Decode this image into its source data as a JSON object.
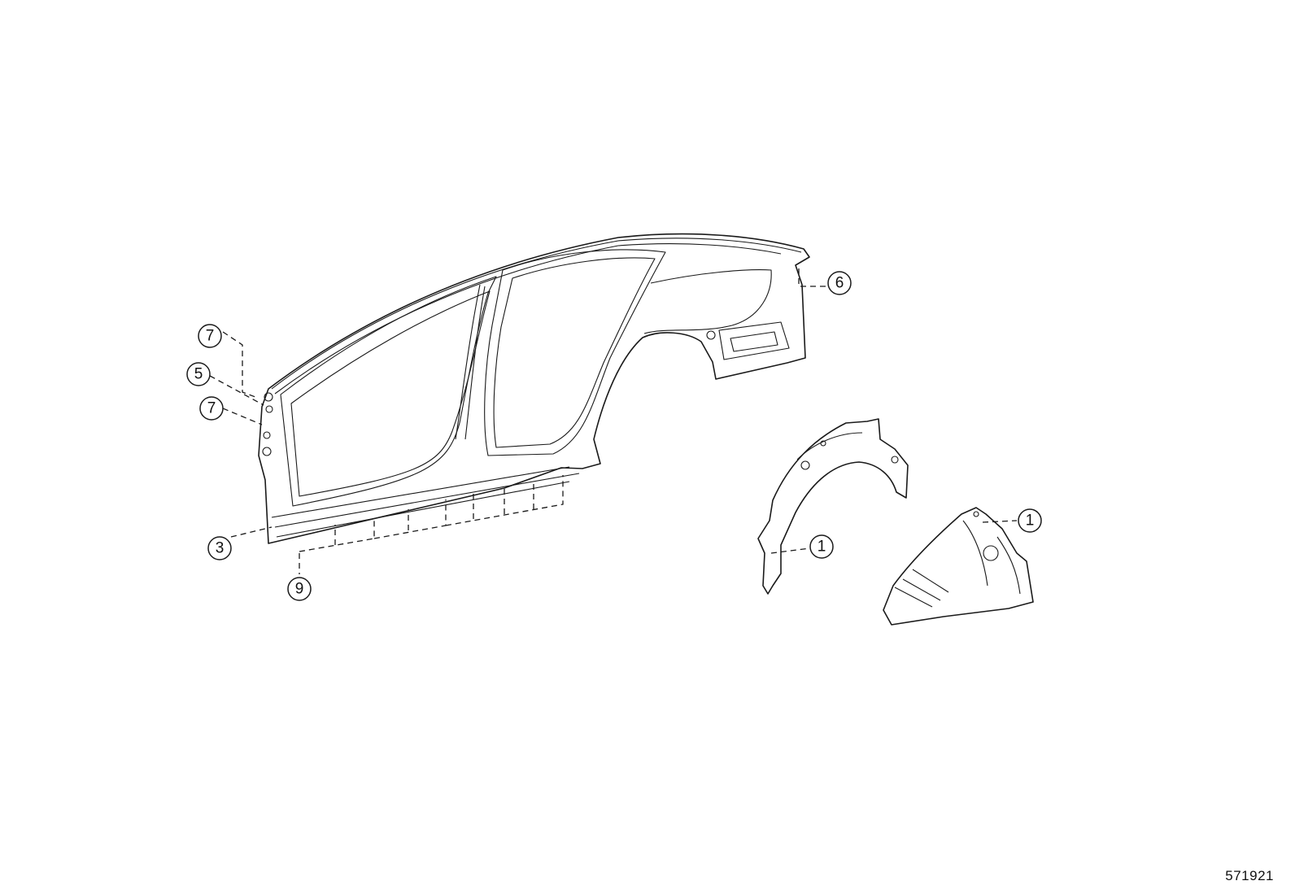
{
  "callouts": {
    "c1": "7",
    "c2": "5",
    "c3": "7",
    "c4": "3",
    "c5": "9",
    "c6": "6",
    "c7": "1",
    "c8": "1"
  },
  "image_id": "571921"
}
